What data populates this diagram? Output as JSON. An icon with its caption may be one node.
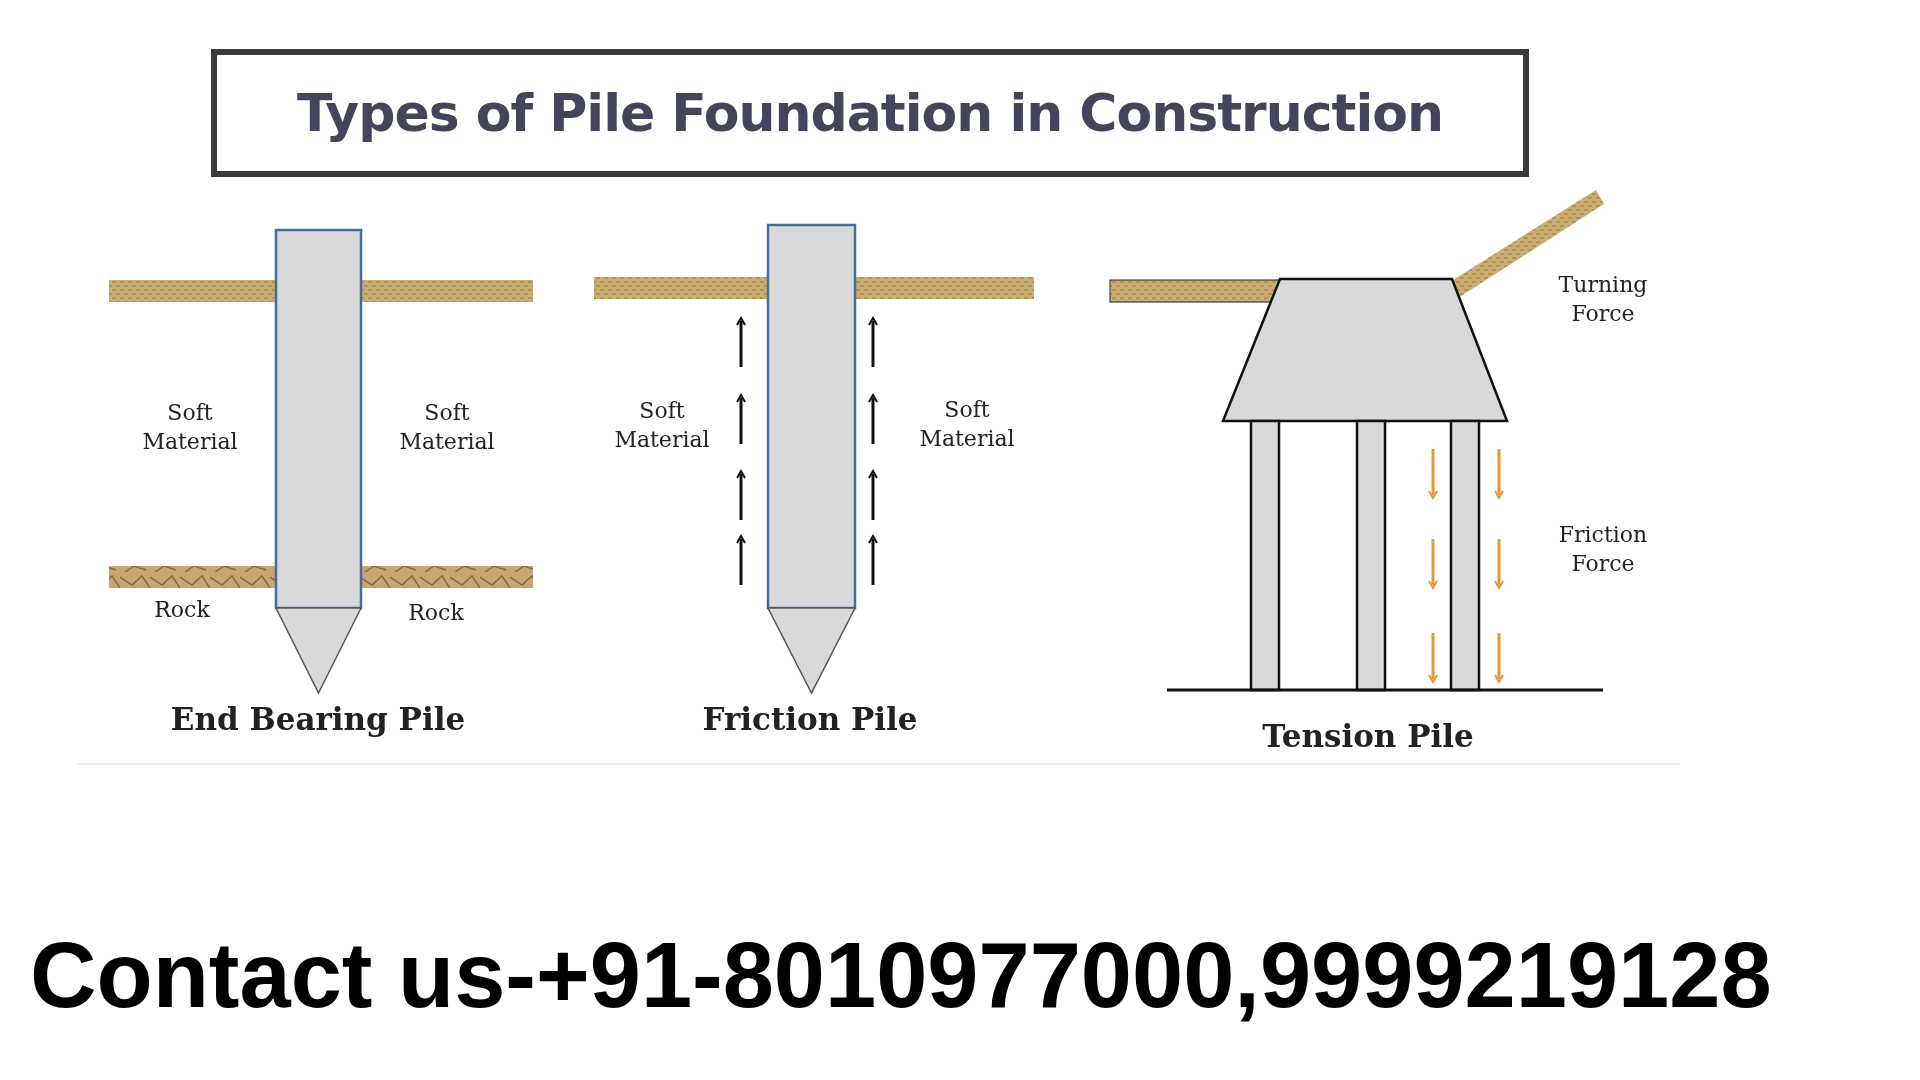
{
  "diagram": {
    "title": "Types of Pile Foundation in Construction",
    "labels": [
      "Soft Material",
      "Soft Material",
      "Rock",
      "Rock",
      "End Bearing Pile",
      "Soft Material",
      "Soft Material",
      "Friction Pile",
      "Turning Force",
      "Friction Force",
      "Tension Pile",
      "Contact us-+91-8010977000,9999219128"
    ]
  }
}
